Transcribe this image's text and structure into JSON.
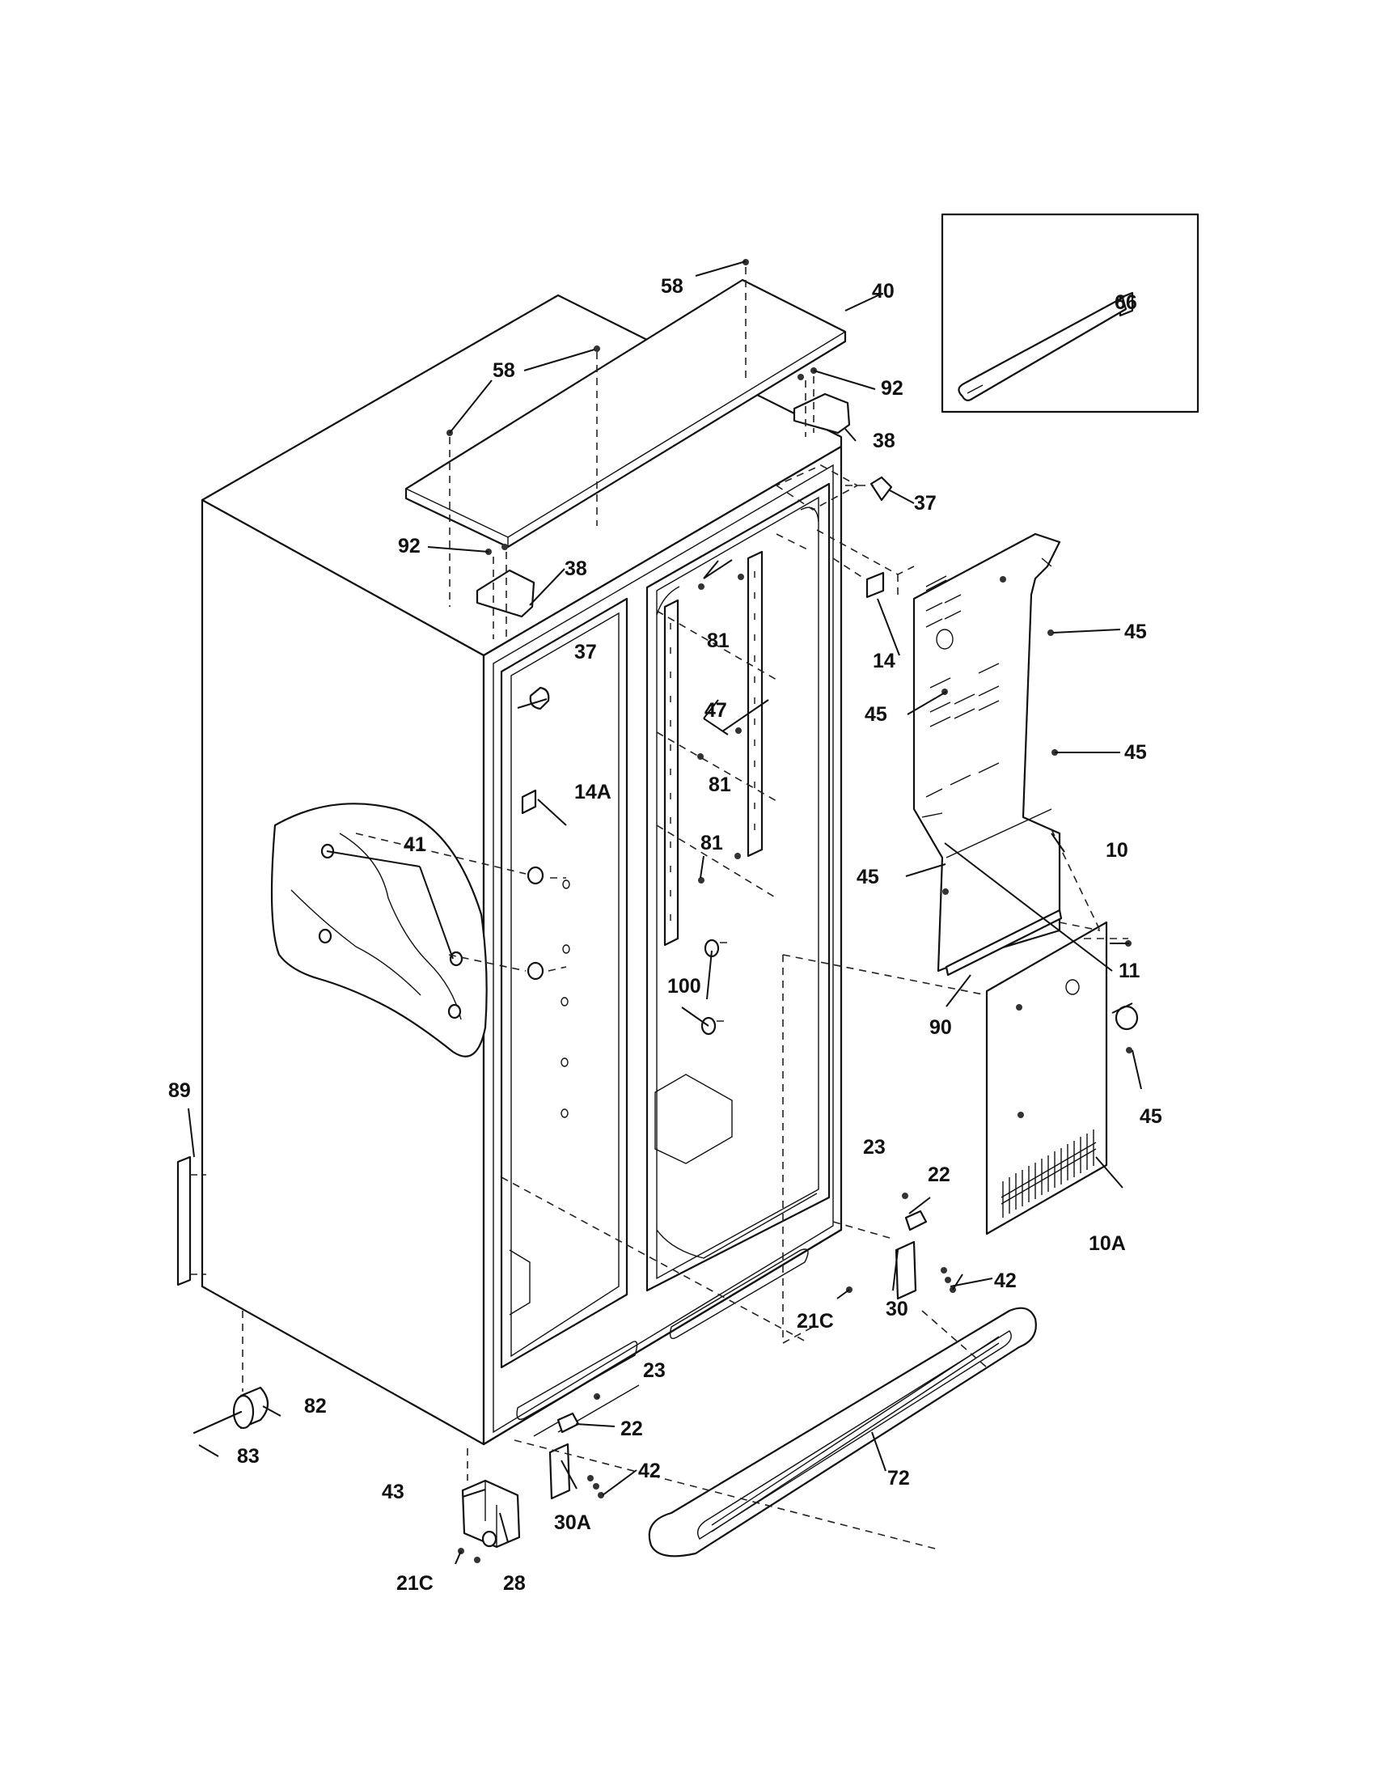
{
  "callouts": {
    "c10": "10",
    "c10a": "10A",
    "c11": "11",
    "c14": "14",
    "c14a": "14A",
    "c21c_a": "21C",
    "c21c_b": "21C",
    "c22_a": "22",
    "c22_b": "22",
    "c23_a": "23",
    "c23_b": "23",
    "c28": "28",
    "c30": "30",
    "c30a": "30A",
    "c37_a": "37",
    "c37_b": "37",
    "c38_a": "38",
    "c38_b": "38",
    "c40": "40",
    "c41": "41",
    "c42_a": "42",
    "c42_b": "42",
    "c43": "43",
    "c45_a": "45",
    "c45_b": "45",
    "c45_c": "45",
    "c45_d": "45",
    "c45_e": "45",
    "c47": "47",
    "c58_a": "58",
    "c58_b": "58",
    "c66": "66",
    "c72": "72",
    "c81_a": "81",
    "c81_b": "81",
    "c81_c": "81",
    "c82": "82",
    "c83": "83",
    "c89": "89",
    "c90": "90",
    "c92_a": "92",
    "c92_b": "92",
    "c100": "100"
  }
}
